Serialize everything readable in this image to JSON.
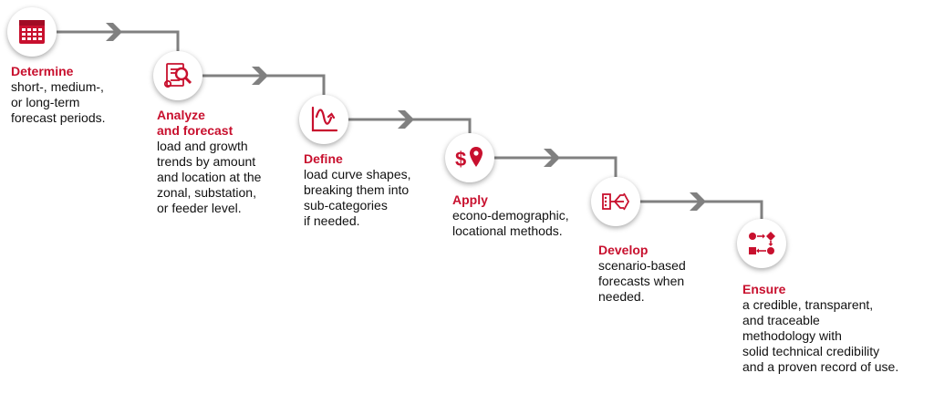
{
  "colors": {
    "accent": "#c8102e",
    "connector": "#808080"
  },
  "steps": [
    {
      "icon": "calendar-icon",
      "title": "Determine",
      "description": "short-, medium-,\nor long-term\nforecast periods."
    },
    {
      "icon": "document-search-icon",
      "title": "Analyze\nand forecast",
      "description": "load and growth\ntrends by amount\nand location at the\nzonal, substation,\nor feeder level."
    },
    {
      "icon": "load-curve-icon",
      "title": "Define",
      "description": "load curve shapes,\nbreaking them into\nsub-categories\nif needed."
    },
    {
      "icon": "dollar-location-icon",
      "title": "Apply",
      "description": "econo-demographic,\nlocational methods."
    },
    {
      "icon": "branching-arrows-icon",
      "title": "Develop",
      "description": "scenario-based\nforecasts when\nneeded."
    },
    {
      "icon": "process-flow-icon",
      "title": "Ensure",
      "description": "a credible, transparent,\nand traceable\nmethodology with\nsolid technical credibility\nand a proven record of use."
    }
  ]
}
